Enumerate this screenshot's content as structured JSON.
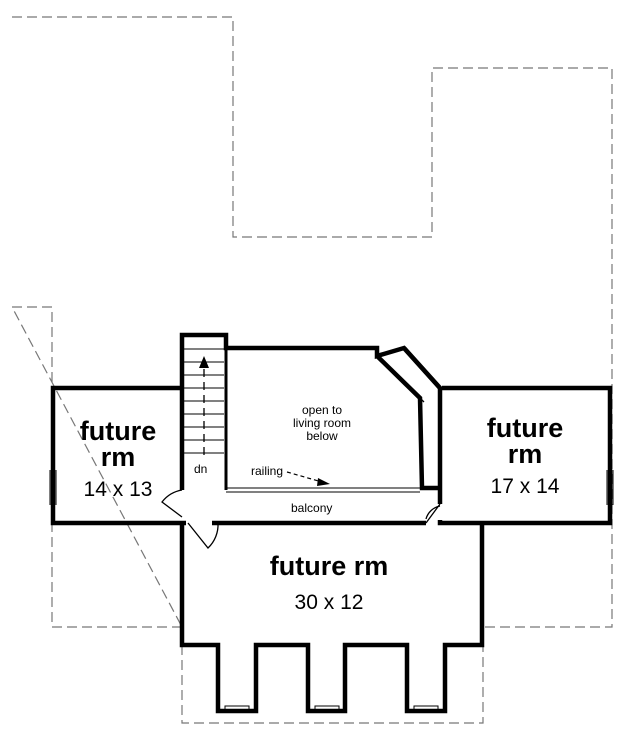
{
  "plan": {
    "rooms": {
      "left": {
        "name_line1": "future",
        "name_line2": "rm",
        "dimensions": "14 x 13"
      },
      "right": {
        "name_line1": "future",
        "name_line2": "rm",
        "dimensions": "17 x 14"
      },
      "bottom": {
        "name": "future rm",
        "dimensions": "30 x 12"
      }
    },
    "open_area": {
      "line1": "open to",
      "line2": "living room",
      "line3": "below"
    },
    "stair_label": "dn",
    "railing_label": "railing",
    "balcony_label": "balcony"
  }
}
